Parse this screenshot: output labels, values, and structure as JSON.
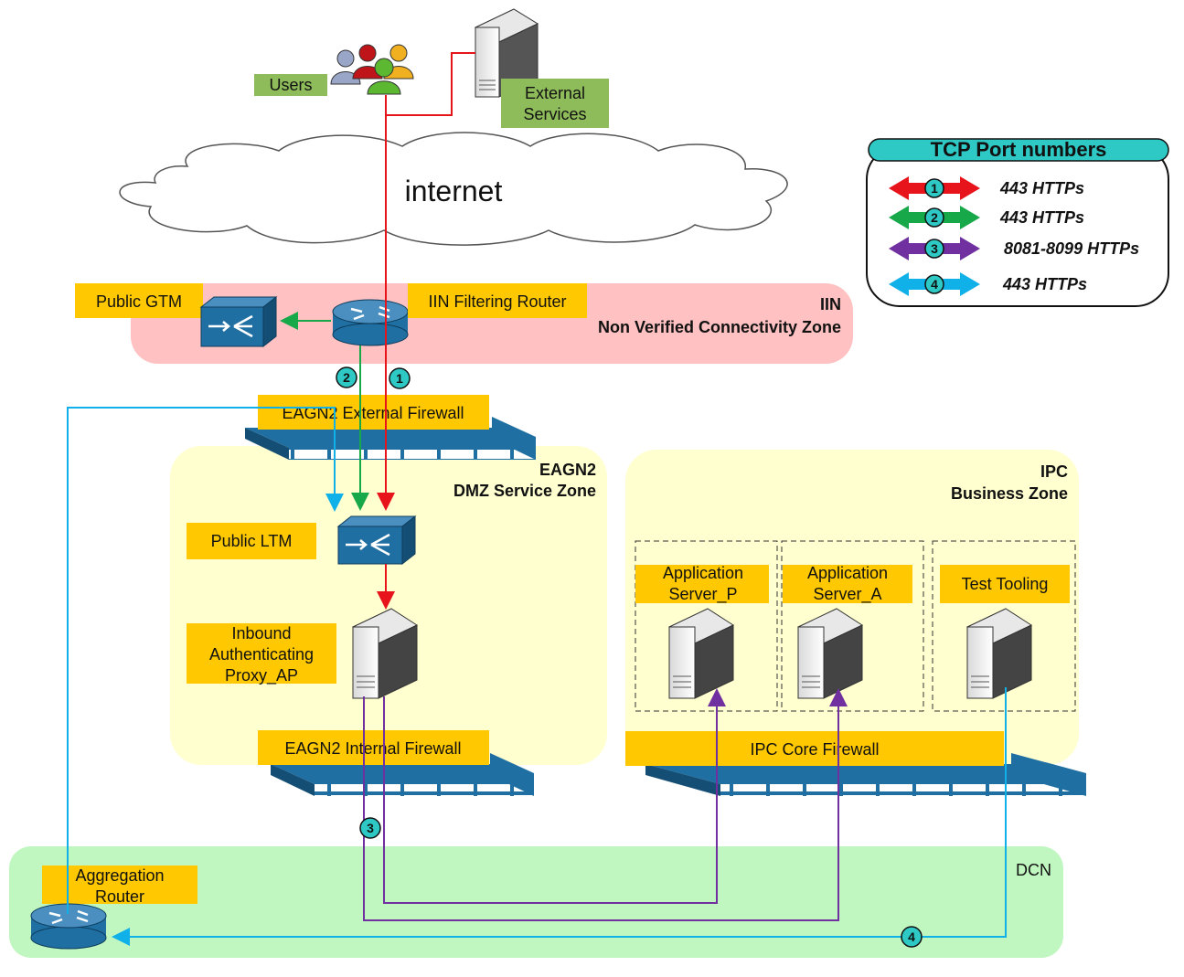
{
  "cloud_label": "internet",
  "users_label": "Users",
  "external_services_label": "External Services",
  "external_services_lines": [
    "External",
    "Services"
  ],
  "legend": {
    "title": "TCP Port numbers",
    "items": [
      {
        "num": "1",
        "label": "443 HTTPs",
        "color": "#e8141b"
      },
      {
        "num": "2",
        "label": "443 HTTPs",
        "color": "#17a84a"
      },
      {
        "num": "3",
        "label": "8081-8099 HTTPs",
        "color": "#7030a0"
      },
      {
        "num": "4",
        "label": "443 HTTPs",
        "color": "#10b0e8"
      }
    ]
  },
  "zones": {
    "iin": {
      "title": "IIN",
      "subtitle": "Non Verified Connectivity Zone",
      "color": "#ffc1c1"
    },
    "eagn2": {
      "title": "EAGN2",
      "subtitle": "DMZ Service Zone",
      "color": "#ffffd0"
    },
    "ipc": {
      "title": "IPC",
      "subtitle": "Business Zone",
      "color": "#ffffd0"
    },
    "dcn": {
      "title": "DCN",
      "color": "#c0f7c0"
    }
  },
  "labels": {
    "public_gtm": "Public GTM",
    "iin_filtering_router": "IIN Filtering Router",
    "external_firewall": "EAGN2 External Firewall",
    "public_ltm": "Public LTM",
    "proxy_lines": [
      "Inbound",
      "Authenticating",
      "Proxy_AP"
    ],
    "internal_firewall": "EAGN2 Internal Firewall",
    "app_server_p_lines": [
      "Application",
      "Server_P"
    ],
    "app_server_a_lines": [
      "Application",
      "Server_A"
    ],
    "test_tooling": "Test Tooling",
    "ipc_core_firewall": "IPC Core Firewall",
    "aggregation_router_lines": [
      "Aggregation",
      "Router"
    ]
  },
  "badges": {
    "b1": "1",
    "b2": "2",
    "b3": "3",
    "b4": "4"
  },
  "colors": {
    "label_bg": "#ffc800",
    "green_label_bg": "#8fbc5a",
    "badge_fill": "#2ec9c5",
    "device_blue": "#1f6fa3"
  }
}
